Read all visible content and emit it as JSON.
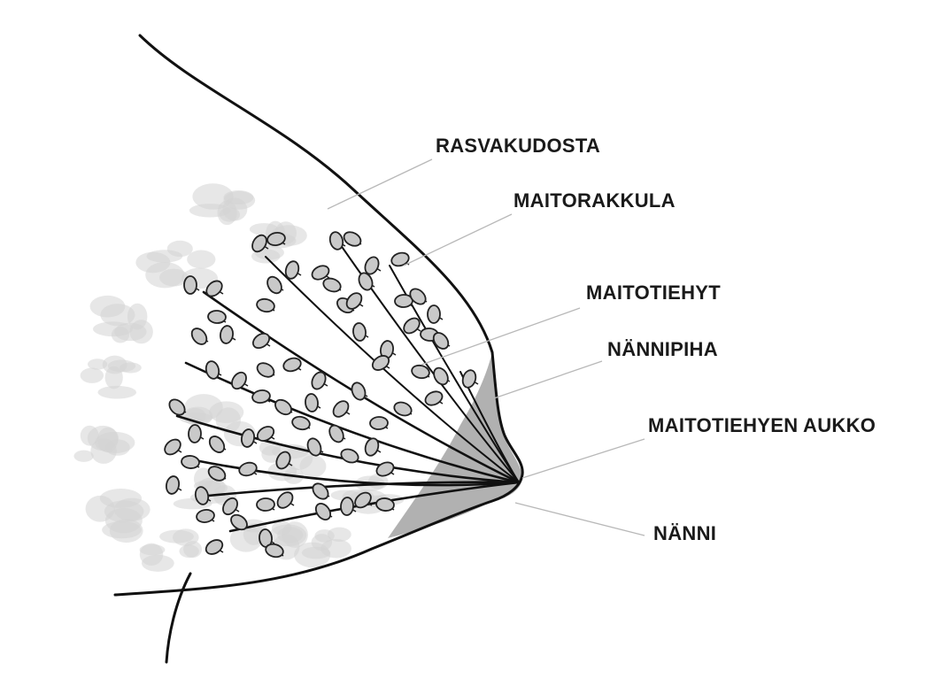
{
  "labels": {
    "fat_tissue": "RASVAKUDOSTA",
    "alveolus": "MAITORAKKULA",
    "milk_duct": "MAITOTIEHYT",
    "areola": "NÄNNIPIHA",
    "duct_opening": "MAITOTIEHYEN AUKKO",
    "nipple": "NÄNNI"
  },
  "colors": {
    "outline": "#111111",
    "areola_fill": "#a9a9a9",
    "lobule_fill": "#c9c9c9",
    "fat_fill": "#d3d3d3",
    "leader_line": "#b8b8b8"
  }
}
